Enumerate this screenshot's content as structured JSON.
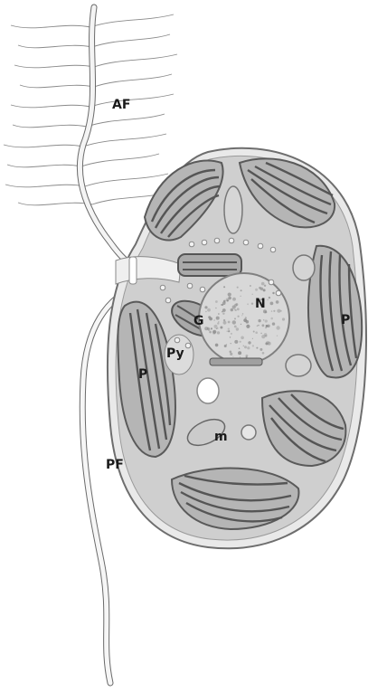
{
  "labels": {
    "af": "AF",
    "pf": "PF",
    "n": "N",
    "g": "G",
    "py": "Py",
    "p_left": "P",
    "p_right": "P",
    "m": "m"
  },
  "colors": {
    "background": "#ffffff",
    "cell_outer": "#e9e9e9",
    "cell_inner": "#cfcfcf",
    "chloroplast": "#b5b5b5",
    "thylakoid": "#555555",
    "nucleus": "#d8d8d8",
    "flagellum": "#f4f4f4",
    "outline": "#707070"
  }
}
